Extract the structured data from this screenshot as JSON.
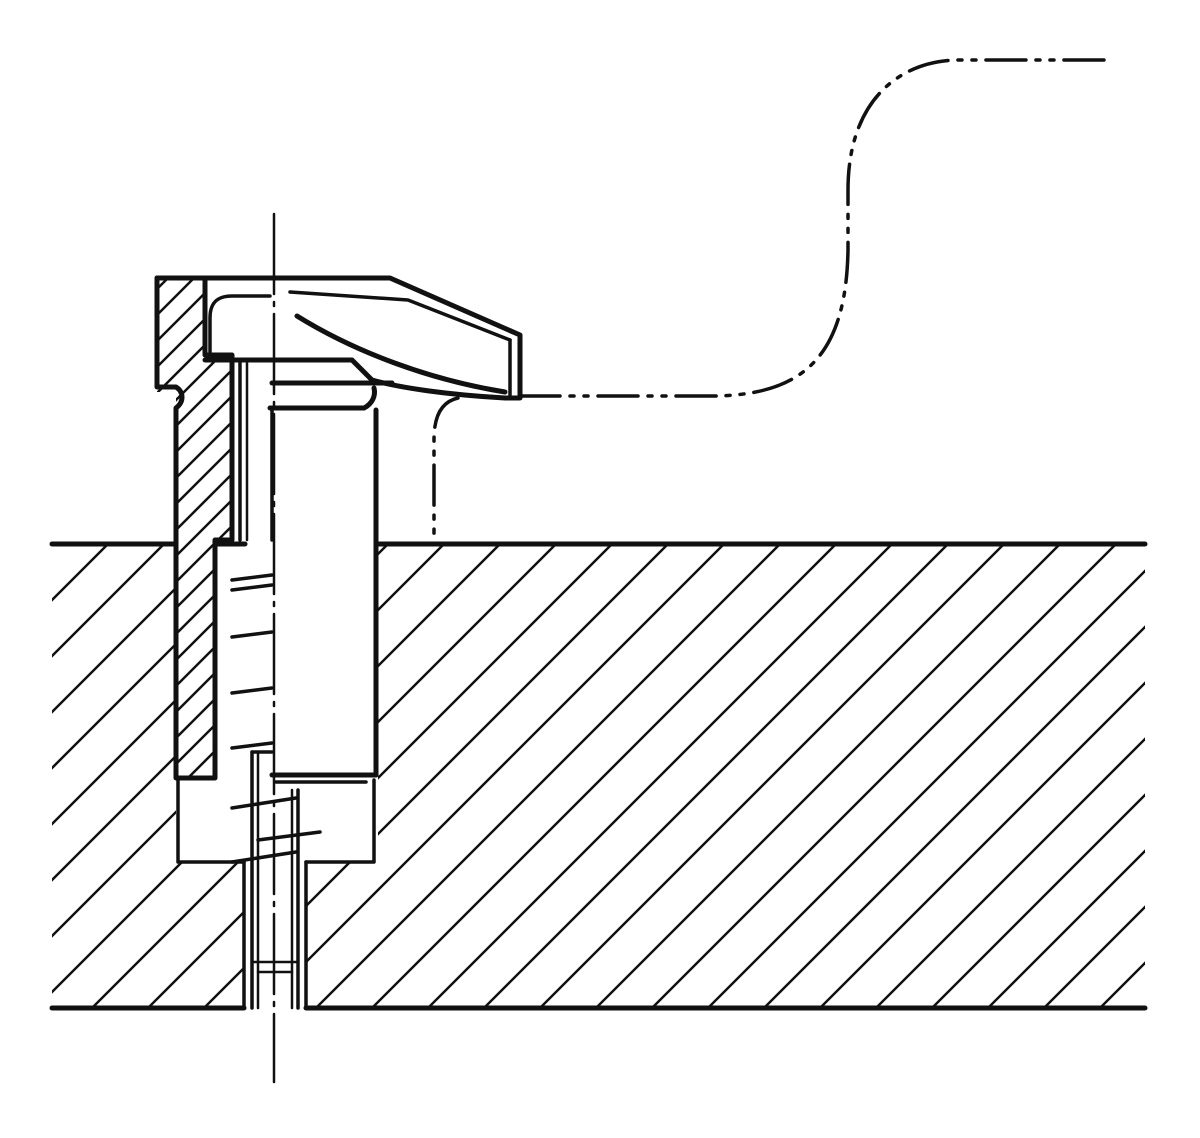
{
  "drawing": {
    "ink_color": "#111111",
    "background_color": "#ffffff",
    "parts": [
      {
        "id": "base-plate",
        "kind": "hatched section"
      },
      {
        "id": "indexing-plunger-body",
        "kind": "hatched section"
      },
      {
        "id": "cam-head",
        "kind": "part outline"
      },
      {
        "id": "compression-spring",
        "kind": "spring"
      },
      {
        "id": "guide-pin",
        "kind": "pin"
      },
      {
        "id": "center-line",
        "kind": "chain line"
      },
      {
        "id": "movable-part-contour",
        "kind": "phantom line"
      }
    ]
  }
}
